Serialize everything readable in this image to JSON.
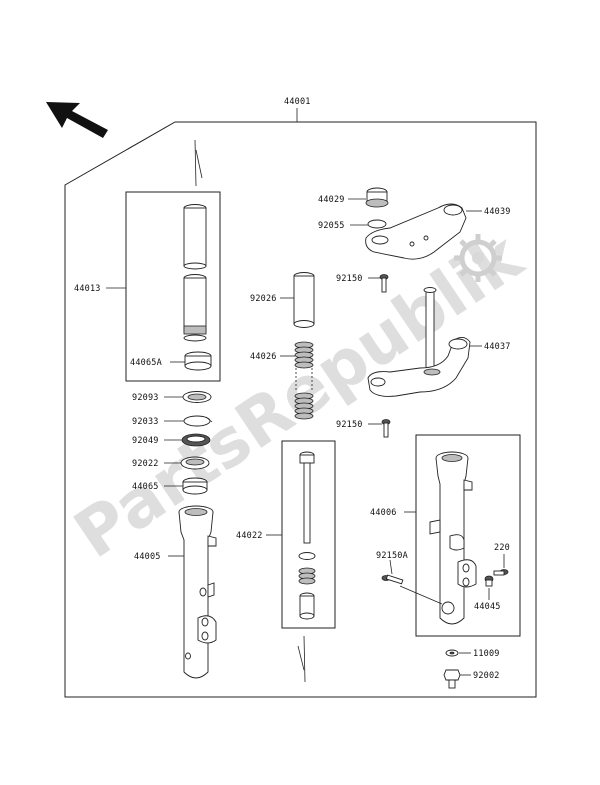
{
  "diagram": {
    "assembly_label": "44001",
    "watermark": "PartsRepublik",
    "labels": {
      "l44029": "44029",
      "l44039": "44039",
      "l92055": "92055",
      "l92150a": "92150",
      "l92026": "92026",
      "l44037": "44037",
      "l44026": "44026",
      "l92150b": "92150",
      "l44013": "44013",
      "l44065A": "44065A",
      "l92093": "92093",
      "l92033": "92033",
      "l92049": "92049",
      "l92022": "92022",
      "l44065": "44065",
      "l44005": "44005",
      "l44022": "44022",
      "l44006": "44006",
      "l92150A": "92150A",
      "l220": "220",
      "l44045": "44045",
      "l11009": "11009",
      "l92002": "92002"
    }
  }
}
